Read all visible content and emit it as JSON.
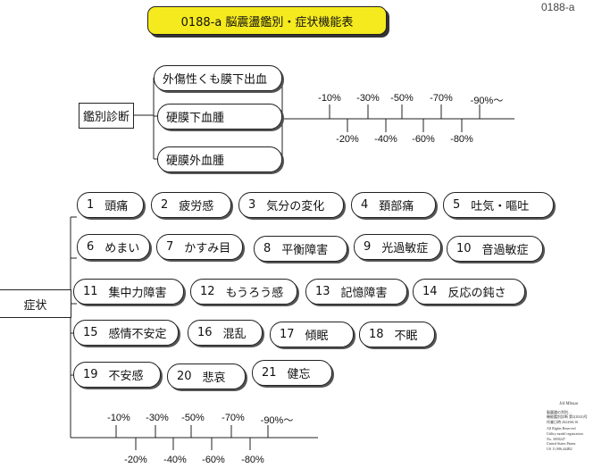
{
  "header": {
    "title": "0188-a 脳震盪鑑別・症状機能表",
    "corner_code": "0188-a"
  },
  "differential": {
    "label": "鑑別診断",
    "items": [
      "外傷性くも膜下出血",
      "硬膜下血腫",
      "硬膜外血腫"
    ]
  },
  "scale_top": {
    "upper": [
      "-10%",
      "-30%",
      "-50%",
      "-70%",
      "-90%～"
    ],
    "lower": [
      "-20%",
      "-40%",
      "-60%",
      "-80%"
    ]
  },
  "symptoms_label": "症状",
  "symptoms": [
    {
      "num": "1",
      "name": "頭痛"
    },
    {
      "num": "2",
      "name": "疲労感"
    },
    {
      "num": "3",
      "name": "気分の変化"
    },
    {
      "num": "4",
      "name": "頚部痛"
    },
    {
      "num": "5",
      "name": "吐気・嘔吐"
    },
    {
      "num": "6",
      "name": "めまい"
    },
    {
      "num": "7",
      "name": "かすみ目"
    },
    {
      "num": "8",
      "name": "平衡障害"
    },
    {
      "num": "9",
      "name": "光過敏症"
    },
    {
      "num": "10",
      "name": "音過敏症"
    },
    {
      "num": "11",
      "name": "集中力障害"
    },
    {
      "num": "12",
      "name": "もうろう感"
    },
    {
      "num": "13",
      "name": "記憶障害"
    },
    {
      "num": "14",
      "name": "反応の鈍さ"
    },
    {
      "num": "15",
      "name": "感情不安定"
    },
    {
      "num": "16",
      "name": "混乱"
    },
    {
      "num": "17",
      "name": "傾眠"
    },
    {
      "num": "18",
      "name": "不眠"
    },
    {
      "num": "19",
      "name": "不安感"
    },
    {
      "num": "20",
      "name": "悲哀"
    },
    {
      "num": "21",
      "name": "健忘"
    }
  ],
  "scale_bottom": {
    "upper": [
      "-10%",
      "-30%",
      "-50%",
      "-70%",
      "-90%～"
    ],
    "lower": [
      "-20%",
      "-40%",
      "-60%",
      "-80%"
    ]
  },
  "legal": {
    "signature": "Jid Mitsuo",
    "lines": [
      "脳震盪の判別…",
      "機能鑑別診断 第2(2024)号",
      "作業日時 2024/06/10",
      "All Rights Reserved",
      "Utility model registration",
      "No. 3050247",
      "United States Patent",
      "US 11,906,444B2"
    ]
  },
  "colors": {
    "title_bg": "#f5ea1e",
    "stroke": "#222222"
  }
}
